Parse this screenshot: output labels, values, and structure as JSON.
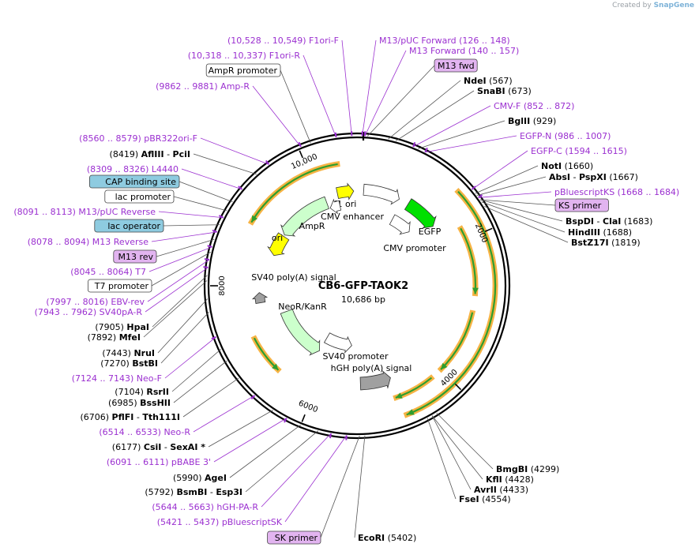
{
  "brand": {
    "created_by": "Created by",
    "product": "SnapGene"
  },
  "plasmid": {
    "name": "CB6-GFP-TAOK2",
    "size": "10,686 bp"
  },
  "ticks": [
    "2000",
    "4000",
    "6000",
    "8000",
    "10,000"
  ],
  "features": [
    {
      "name": "f1 ori",
      "color": "#ffff00"
    },
    {
      "name": "CMV enhancer",
      "color": "#ffffff"
    },
    {
      "name": "CMV promoter",
      "color": "#ffffff"
    },
    {
      "name": "EGFP",
      "color": "#00e000"
    },
    {
      "name": "AmpR",
      "color": "#ccffcc"
    },
    {
      "name": "AmpR promoter",
      "color": "#ffffff"
    },
    {
      "name": "ori",
      "color": "#ffff00"
    },
    {
      "name": "SV40 poly(A) signal",
      "color": "#a0a0a0"
    },
    {
      "name": "NeoR/KanR",
      "color": "#ccffcc"
    },
    {
      "name": "SV40 promoter",
      "color": "#ffffff"
    },
    {
      "name": "hGH poly(A) signal",
      "color": "#a0a0a0"
    }
  ],
  "labels": [
    {
      "kind": "primer",
      "text": "(10,528 .. 10,549)  F1ori-F"
    },
    {
      "kind": "primer",
      "text": "(10,318 .. 10,337)  F1ori-R"
    },
    {
      "kind": "box",
      "text": "AmpR promoter",
      "bg": "#ffffff"
    },
    {
      "kind": "primer",
      "text": "(9862 .. 9881)  Amp-R"
    },
    {
      "kind": "primer",
      "text": "(8560 .. 8579)  pBR322ori-F"
    },
    {
      "kind": "enzyme",
      "pos": "(8419)",
      "name": "AflIII",
      "name2": "PciI"
    },
    {
      "kind": "primer",
      "text": "(8309 .. 8326)  L4440"
    },
    {
      "kind": "box",
      "text": "CAP binding site",
      "bg": "#8ecbe0"
    },
    {
      "kind": "box",
      "text": "lac promoter",
      "bg": "#ffffff"
    },
    {
      "kind": "primer",
      "text": "(8091 .. 8113)  M13/pUC Reverse"
    },
    {
      "kind": "box",
      "text": "lac operator",
      "bg": "#8ecbe0"
    },
    {
      "kind": "primer",
      "text": "(8078 .. 8094)  M13 Reverse"
    },
    {
      "kind": "box",
      "text": "M13 rev",
      "bg": "#e2b4f0"
    },
    {
      "kind": "primer",
      "text": "(8045 .. 8064)  T7"
    },
    {
      "kind": "box",
      "text": "T7 promoter",
      "bg": "#ffffff"
    },
    {
      "kind": "primer",
      "text": "(7997 .. 8016)  EBV-rev"
    },
    {
      "kind": "primer",
      "text": "(7943 .. 7962)  SV40pA-R"
    },
    {
      "kind": "enzyme",
      "pos": "(7905)",
      "name": "HpaI"
    },
    {
      "kind": "enzyme",
      "pos": "(7892)",
      "name": "MfeI"
    },
    {
      "kind": "enzyme",
      "pos": "(7443)",
      "name": "NruI"
    },
    {
      "kind": "enzyme",
      "pos": "(7270)",
      "name": "BstBI"
    },
    {
      "kind": "primer",
      "text": "(7124 .. 7143)  Neo-F"
    },
    {
      "kind": "enzyme",
      "pos": "(7104)",
      "name": "RsrII"
    },
    {
      "kind": "enzyme",
      "pos": "(6985)",
      "name": "BssHII"
    },
    {
      "kind": "enzyme",
      "pos": "(6706)",
      "name": "PflFI",
      "name2": "Tth111I"
    },
    {
      "kind": "primer",
      "text": "(6514 .. 6533)  Neo-R"
    },
    {
      "kind": "enzyme",
      "pos": "(6177)",
      "name": "CsiI",
      "name2": "SexAI *"
    },
    {
      "kind": "primer",
      "text": "(6091 .. 6111)  pBABE 3'"
    },
    {
      "kind": "enzyme",
      "pos": "(5990)",
      "name": "AgeI"
    },
    {
      "kind": "enzyme",
      "pos": "(5792)",
      "name": "BsmBI",
      "name2": "Esp3I"
    },
    {
      "kind": "primer",
      "text": "(5644 .. 5663)  hGH-PA-R"
    },
    {
      "kind": "primer",
      "text": "(5421 .. 5437)  pBluescriptSK"
    },
    {
      "kind": "box",
      "text": "SK primer",
      "bg": "#e2b4f0"
    },
    {
      "kind": "enzyme",
      "pos": "(5402)",
      "name": "EcoRI",
      "namefirst": true
    },
    {
      "kind": "primer",
      "text": "M13/pUC Forward   (126 .. 148)"
    },
    {
      "kind": "primer",
      "text": "M13 Forward   (140 .. 157)"
    },
    {
      "kind": "box",
      "text": "M13 fwd",
      "bg": "#e2b4f0"
    },
    {
      "kind": "enzyme",
      "pos": "(567)",
      "name": "NdeI",
      "namefirst": true
    },
    {
      "kind": "enzyme",
      "pos": "(673)",
      "name": "SnaBI",
      "namefirst": true
    },
    {
      "kind": "primer",
      "text": "CMV-F   (852 .. 872)"
    },
    {
      "kind": "enzyme",
      "pos": "(929)",
      "name": "BglII",
      "namefirst": true
    },
    {
      "kind": "primer",
      "text": "EGFP-N   (986 .. 1007)"
    },
    {
      "kind": "primer",
      "text": "EGFP-C   (1594 .. 1615)"
    },
    {
      "kind": "enzyme",
      "pos": "(1660)",
      "name": "NotI",
      "namefirst": true
    },
    {
      "kind": "enzyme",
      "pos": "(1667)",
      "name": "AbsI",
      "name2": "PspXI",
      "namefirst": true
    },
    {
      "kind": "primer",
      "text": "pBluescriptKS   (1668 .. 1684)"
    },
    {
      "kind": "box",
      "text": "KS primer",
      "bg": "#e2b4f0"
    },
    {
      "kind": "enzyme",
      "pos": "(1683)",
      "name": "BspDI",
      "name2": "ClaI",
      "namefirst": true
    },
    {
      "kind": "enzyme",
      "pos": "(1688)",
      "name": "HindIII",
      "namefirst": true
    },
    {
      "kind": "enzyme",
      "pos": "(1819)",
      "name": "BstZ17I",
      "namefirst": true
    },
    {
      "kind": "enzyme",
      "pos": "(4299)",
      "name": "BmgBI",
      "namefirst": true
    },
    {
      "kind": "enzyme",
      "pos": "(4428)",
      "name": "KflI",
      "namefirst": true
    },
    {
      "kind": "enzyme",
      "pos": "(4433)",
      "name": "AvrII",
      "namefirst": true
    },
    {
      "kind": "enzyme",
      "pos": "(4554)",
      "name": "FseI",
      "namefirst": true
    }
  ],
  "colors": {
    "primer": "#9b30d0",
    "orf_highlight": "#f5a623",
    "orf_arrow": "#2e9e2e"
  }
}
